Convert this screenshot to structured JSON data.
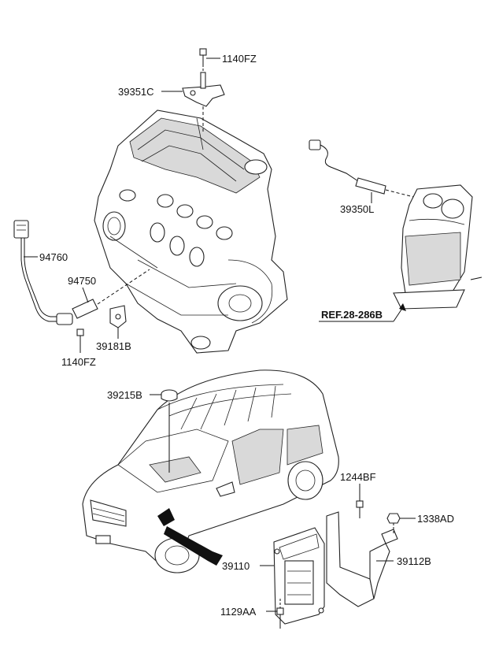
{
  "labels": {
    "p1140fz_top": "1140FZ",
    "p39351c": "39351C",
    "p39350l": "39350L",
    "p94760": "94760",
    "p94750": "94750",
    "p39181b": "39181B",
    "p1140fz_bottom": "1140FZ",
    "ref": "REF.28-286B",
    "p39215b": "39215B",
    "p1244bf": "1244BF",
    "p1338ad": "1338AD",
    "p39110": "39110",
    "p39112b": "39112B",
    "p1129aa": "1129AA"
  },
  "colors": {
    "line": "#111111",
    "shade": "#d9d9d9",
    "arrow": "#111111"
  }
}
